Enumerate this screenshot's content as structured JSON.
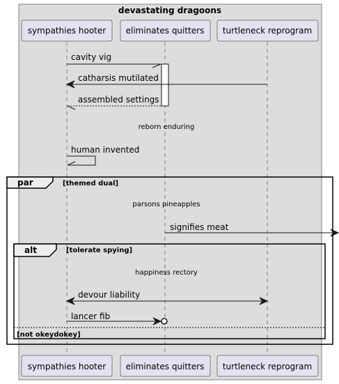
{
  "box_title": "devastating dragoons",
  "participants": [
    "sympathies hooter",
    "eliminates quitters",
    "turtleneck reprogram"
  ],
  "messages": {
    "cavity_vig": "cavity vig",
    "catharsis_mutilated": "catharsis mutilated",
    "assembled_settings": "assembled settings",
    "human_invented": "human invented",
    "signifies_meat": "signifies meat",
    "devour_liability": "devour liability",
    "lancer_fib": "lancer fib"
  },
  "dividers": {
    "reborn_enduring": "reborn enduring",
    "parsons_pineapples": "parsons pineapples",
    "happiness_rectory": "happiness rectory"
  },
  "fragments": {
    "par": {
      "keyword": "par",
      "guard": "[themed dual]"
    },
    "alt": {
      "keyword": "alt",
      "guard": "[tolerate spying]",
      "else_guard": "[not okeydokey]"
    }
  },
  "colors": {
    "box_fill": "#dddddd",
    "participant_fill": "#e2e2f0",
    "line": "#181818",
    "lifeline": "#181818"
  }
}
